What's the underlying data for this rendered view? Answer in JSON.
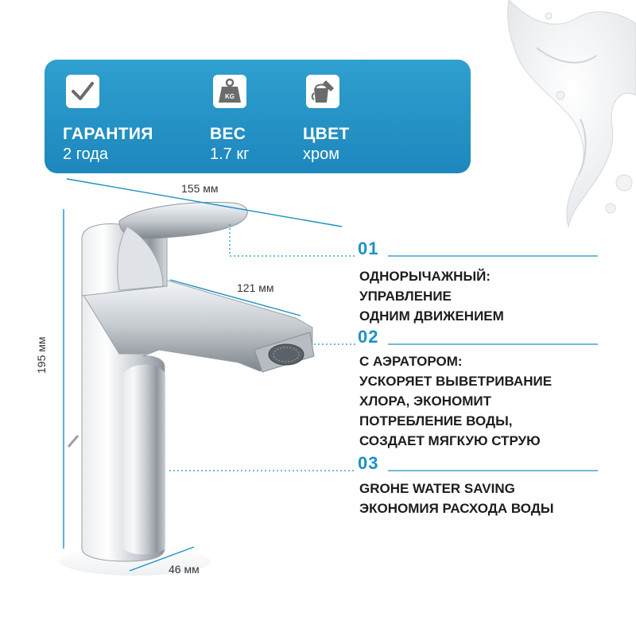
{
  "specs": {
    "warranty": {
      "label": "ГАРАНТИЯ",
      "value": "2 года",
      "icon": "checkmark-icon"
    },
    "weight": {
      "label": "ВЕС",
      "value": "1.7 кг",
      "icon": "weight-kg-icon",
      "icon_text": "KG"
    },
    "color": {
      "label": "ЦВЕТ",
      "value": "хром",
      "icon": "paint-bucket-icon"
    }
  },
  "dimensions": {
    "width": "155 мм",
    "spout": "121 мм",
    "height": "195 мм",
    "base": "46 мм"
  },
  "features": [
    {
      "number": "01",
      "lines": [
        "ОДНОРЫЧАЖНЫЙ:",
        "УПРАВЛЕНИЕ",
        "ОДНИМ ДВИЖЕНИЕМ"
      ]
    },
    {
      "number": "02",
      "lines": [
        "С АЭРАТОРОМ:",
        "УСКОРЯЕТ ВЫВЕТРИВАНИЕ",
        "ХЛОРА, ЭКОНОМИТ",
        "ПОТРЕБЛЕНИЕ ВОДЫ,",
        "СОЗДАЕТ МЯГКУЮ СТРУЮ"
      ]
    },
    {
      "number": "03",
      "lines": [
        "GROHE WATER SAVING",
        "ЭКОНОМИЯ РАСХОДА ВОДЫ"
      ]
    }
  ],
  "colors": {
    "accent": "#1b91c6",
    "banner": "#2198c8",
    "text": "#1d1d1d"
  }
}
